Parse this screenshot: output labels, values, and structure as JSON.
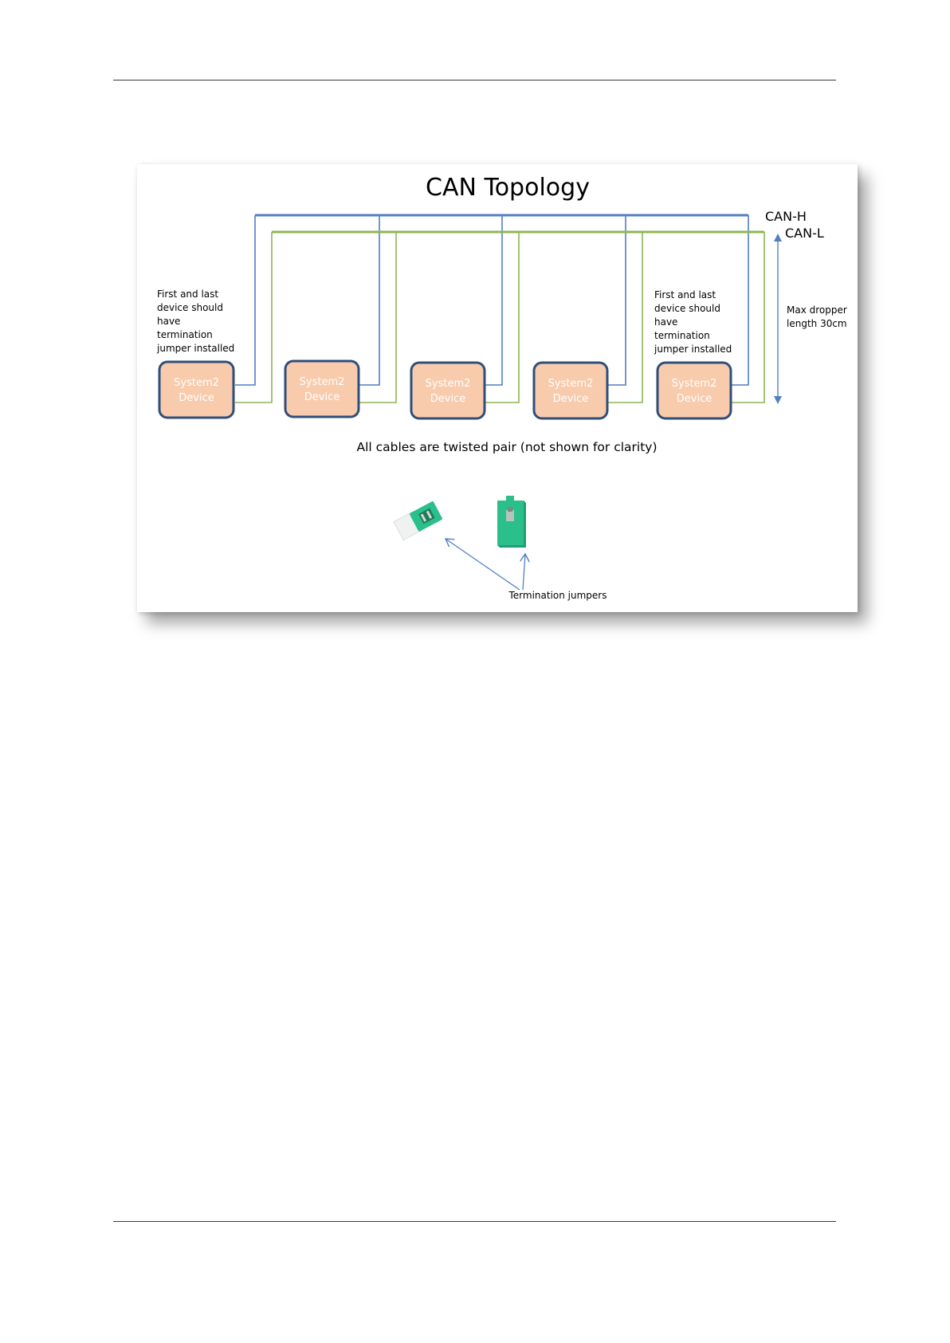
{
  "diagram": {
    "title": "CAN Topology",
    "bus_high_label": "CAN-H",
    "bus_low_label": "CAN-L",
    "note_first": [
      "First and last",
      "device should",
      "have",
      "termination",
      "jumper installed"
    ],
    "note_last": [
      "First and last",
      "device should",
      "have",
      "termination",
      "jumper installed"
    ],
    "dropper_note": [
      "Max dropper",
      "length 30cm"
    ],
    "devices": [
      {
        "line1": "System2",
        "line2": "Device"
      },
      {
        "line1": "System2",
        "line2": "Device"
      },
      {
        "line1": "System2",
        "line2": "Device"
      },
      {
        "line1": "System2",
        "line2": "Device"
      },
      {
        "line1": "System2",
        "line2": "Device"
      }
    ],
    "cable_note": "All cables are twisted pair (not shown for clarity)",
    "jumper_caption": "Termination jumpers"
  },
  "colors": {
    "can_h": "#4f7fc4",
    "can_l": "#8db653",
    "device_fill": "#f8cbad",
    "device_border": "#2f4e7a",
    "jumper": "#2bbf8c",
    "arrow": "#4f7fc4"
  }
}
